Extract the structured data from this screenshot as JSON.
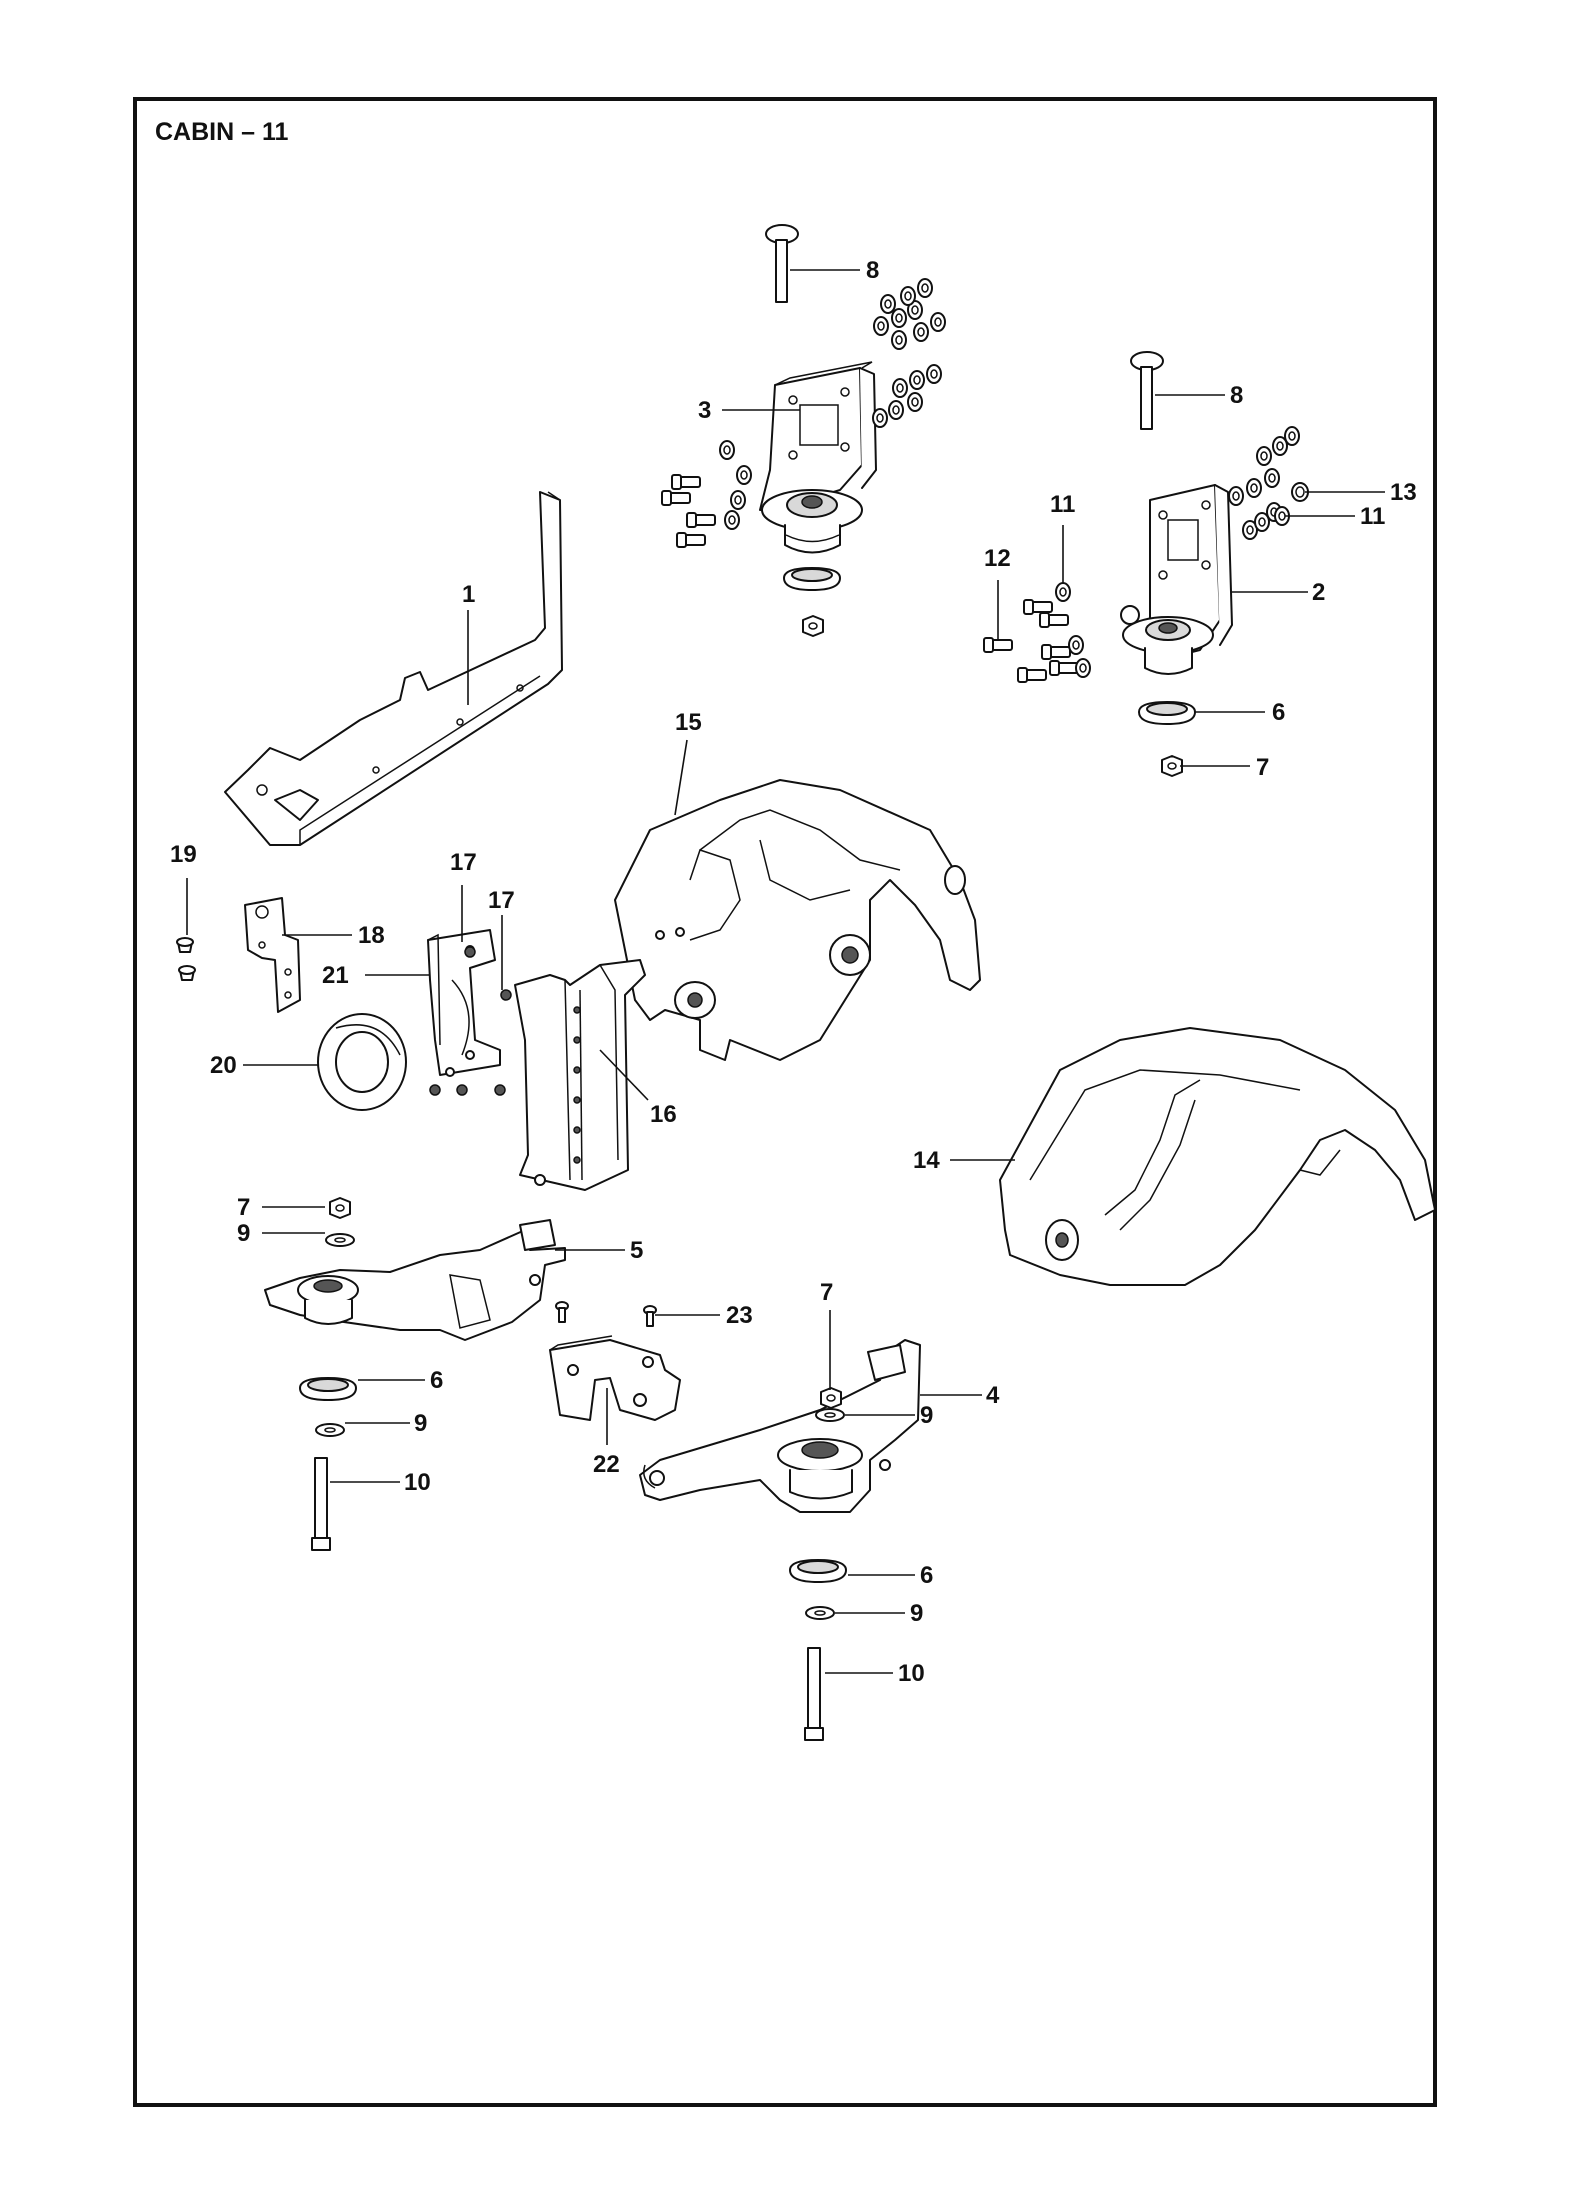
{
  "title": "CABIN – 11",
  "callouts": {
    "c1": "1",
    "c2": "2",
    "c3": "3",
    "c4": "4",
    "c5": "5",
    "c6a": "6",
    "c6b": "6",
    "c6c": "6",
    "c7a": "7",
    "c7b": "7",
    "c7c": "7",
    "c8a": "8",
    "c8b": "8",
    "c9a": "9",
    "c9b": "9",
    "c9c": "9",
    "c9d": "9",
    "c10a": "10",
    "c10b": "10",
    "c11a": "11",
    "c11b": "11",
    "c12": "12",
    "c13": "13",
    "c14": "14",
    "c15": "15",
    "c16": "16",
    "c17a": "17",
    "c17b": "17",
    "c18": "18",
    "c19": "19",
    "c20": "20",
    "c21": "21",
    "c22": "22",
    "c23": "23"
  }
}
